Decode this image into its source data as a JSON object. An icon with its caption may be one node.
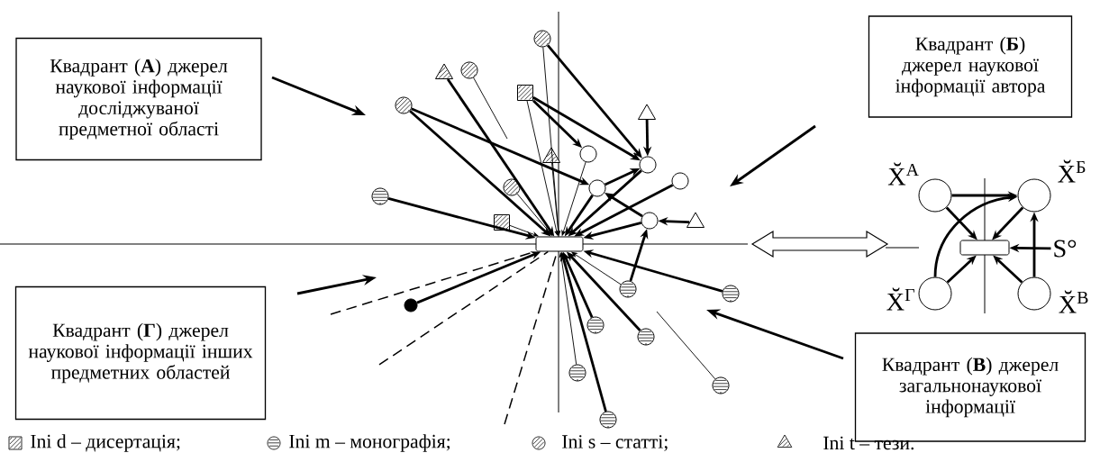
{
  "diagram": {
    "nodes": [
      {
        "text": [
          "Квадрант (**А**) джерел наукової інформації досліджуваної предметної області"
        ]
      },
      {
        "text": [
          "Квадрант (**Б**) джерел наукової інформації автора"
        ]
      },
      {
        "text": [
          "Квадрант (**Г**) джерел наукової інформації інших предметних областей"
        ]
      },
      {
        "text": [
          "Квадрант (**В**) джерел загальнонаукової інформації"
        ]
      },
      {
        "text": [],
        "shape": "box"
      },
      {
        "text": [],
        "shape": "circle"
      },
      {
        "text": [],
        "shape": "circle"
      },
      {
        "text": [],
        "shape": "triangle"
      },
      {
        "text": [],
        "shape": "box"
      },
      {
        "text": [],
        "shape": "circle"
      },
      {
        "text": [],
        "shape": "triangle"
      },
      {
        "text": [],
        "shape": "circle"
      },
      {
        "text": [],
        "shape": "triangle"
      },
      {
        "text": [],
        "shape": "circle"
      },
      {
        "text": [],
        "shape": "circle"
      },
      {
        "text": [],
        "shape": "circle"
      },
      {
        "text": [],
        "shape": "circle"
      },
      {
        "text": [],
        "shape": "circle"
      },
      {
        "text": [],
        "shape": "circle"
      },
      {
        "text": [],
        "shape": "triangle"
      },
      {
        "text": [],
        "shape": "box"
      },
      {
        "text": [],
        "shape": "circle"
      },
      {
        "text": [],
        "shape": "circle"
      },
      {
        "text": [],
        "shape": "circle"
      },
      {
        "text": [],
        "shape": "circle"
      },
      {
        "text": [],
        "shape": "circle"
      },
      {
        "text": [],
        "shape": "circle"
      },
      {
        "text": [],
        "shape": "circle"
      },
      {
        "text": [],
        "shape": "circle"
      },
      {
        "text": [],
        "shape": "circle",
        "beside": [
          "X̆$^{А}$"
        ]
      },
      {
        "text": [],
        "shape": "circle",
        "beside": [
          "X̆$^{Б}$"
        ]
      },
      {
        "text": [],
        "shape": "circle",
        "beside": [
          "X̆$^{Г}$"
        ]
      },
      {
        "text": [],
        "shape": "circle",
        "beside": [
          "X̆$^{В}$"
        ]
      },
      {
        "text": [],
        "shape": "box"
      },
      {
        "text": [
          "S°"
        ]
      }
    ],
    "edges": [
      {
        "from": 5,
        "to": 13,
        "arrow": "to"
      },
      {
        "from": 5,
        "to": 4,
        "arrow": "to"
      },
      {
        "from": 6,
        "to": null,
        "arrow": "none"
      },
      {
        "from": 7,
        "to": 4,
        "arrow": "to"
      },
      {
        "from": 8,
        "to": 11,
        "arrow": "to"
      },
      {
        "from": 8,
        "to": 13,
        "arrow": "to"
      },
      {
        "from": 8,
        "to": 4,
        "arrow": "to"
      },
      {
        "from": 9,
        "to": 15,
        "arrow": "to"
      },
      {
        "from": 9,
        "to": 4,
        "arrow": "to"
      },
      {
        "from": 10,
        "to": 13,
        "arrow": "to"
      },
      {
        "from": 11,
        "to": 4,
        "arrow": "to"
      },
      {
        "from": 12,
        "to": 4,
        "arrow": "to"
      },
      {
        "from": 15,
        "to": 13,
        "arrow": "to"
      },
      {
        "from": 13,
        "to": 4,
        "arrow": "to"
      },
      {
        "from": 14,
        "to": 4,
        "arrow": "to"
      },
      {
        "from": 15,
        "to": 4,
        "arrow": "to"
      },
      {
        "from": 16,
        "to": 4,
        "arrow": "to"
      },
      {
        "from": 17,
        "to": 4,
        "arrow": "to"
      },
      {
        "from": 18,
        "to": 15,
        "arrow": "to"
      },
      {
        "from": 18,
        "to": 4,
        "arrow": "to"
      },
      {
        "from": 19,
        "to": 18,
        "arrow": "to"
      },
      {
        "from": 20,
        "to": 4,
        "arrow": "to"
      },
      {
        "from": 21,
        "to": 18,
        "arrow": "to"
      },
      {
        "from": 21,
        "to": 4,
        "arrow": "to"
      },
      {
        "from": 22,
        "to": 4,
        "arrow": "to"
      },
      {
        "from": 23,
        "to": 4,
        "arrow": "to"
      },
      {
        "from": null,
        "to": 4,
        "arrow": "none",
        "style": "dashed"
      },
      {
        "from": null,
        "to": 4,
        "arrow": "none",
        "style": "dashed"
      },
      {
        "from": null,
        "to": 4,
        "arrow": "none",
        "style": "dashed"
      },
      {
        "from": 24,
        "to": 4,
        "arrow": "to"
      },
      {
        "from": 25,
        "to": 4,
        "arrow": "to"
      },
      {
        "from": 26,
        "to": 4,
        "arrow": "to"
      },
      {
        "from": 27,
        "to": null,
        "arrow": "none"
      },
      {
        "from": 28,
        "to": 4,
        "arrow": "to"
      },
      {
        "from": 29,
        "to": 30,
        "arrow": "to"
      },
      {
        "from": 31,
        "to": 30,
        "arrow": "to"
      },
      {
        "from": 29,
        "to": 33,
        "arrow": "to"
      },
      {
        "from": 30,
        "to": 33,
        "arrow": "to"
      },
      {
        "from": 31,
        "to": 33,
        "arrow": "to"
      },
      {
        "from": 32,
        "to": 33,
        "arrow": "to"
      },
      {
        "from": 32,
        "to": 30,
        "arrow": "to"
      },
      {
        "from": 34,
        "to": 33,
        "arrow": "to"
      }
    ],
    "legend": [
      {
        "text": "Ini d – дисертація;"
      },
      {
        "text": "Ini m – монографія;"
      },
      {
        "text": "Ini s – статті;"
      },
      {
        "text": "Ini t – тези."
      }
    ]
  }
}
